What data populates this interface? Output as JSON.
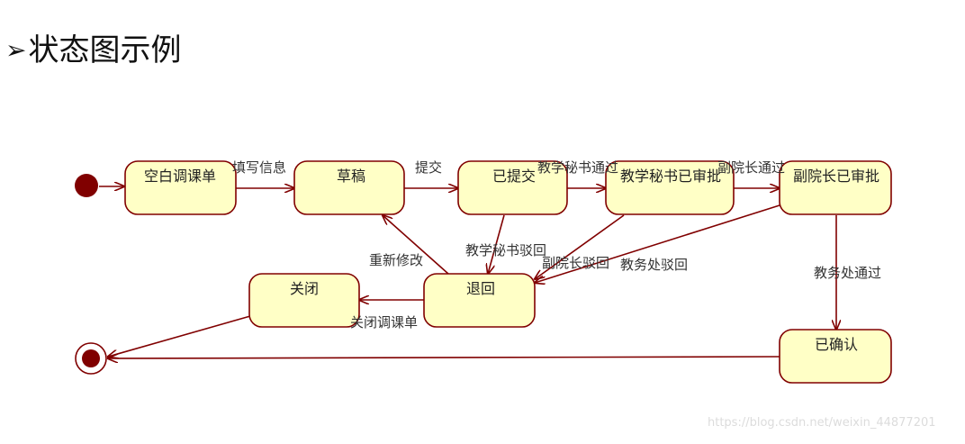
{
  "slide": {
    "bullet": "➢",
    "title": "状态图示例"
  },
  "diagram": {
    "states": {
      "blank": "空白调课单",
      "draft": "草稿",
      "submitted": "已提交",
      "secretary_approved": "教学秘书已审批",
      "vice_dean_approved": "副院长已审批",
      "returned": "退回",
      "closed": "关闭",
      "confirmed": "已确认"
    },
    "transitions": {
      "fill_info": "填写信息",
      "submit": "提交",
      "secretary_pass": "教学秘书通过",
      "vice_dean_pass": "副院长通过",
      "secretary_reject": "教学秘书驳回",
      "vice_dean_reject": "副院长驳回",
      "academic_office_reject": "教务处驳回",
      "academic_office_pass": "教务处通过",
      "revise": "重新修改",
      "close_form": "关闭调课单"
    }
  },
  "watermark": "https://blog.csdn.net/weixin_44877201",
  "colors": {
    "state_fill": "#ffffc6",
    "state_border": "#800000",
    "edge": "#800000",
    "node_fill": "#800000"
  }
}
